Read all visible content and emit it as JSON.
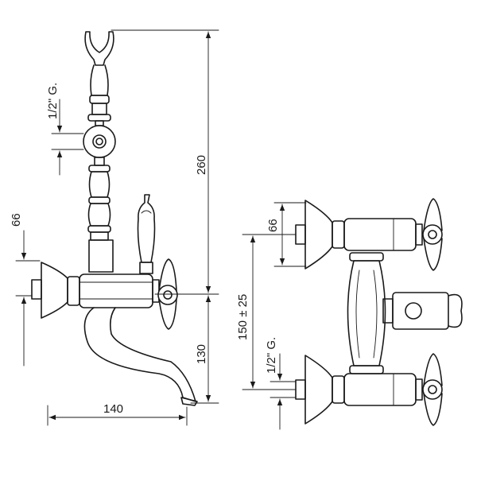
{
  "drawing": {
    "left_view": {
      "thread_label": "1/2\" G.",
      "height_total": "260",
      "offset_top": "66",
      "height_spout": "130",
      "spout_reach": "140"
    },
    "right_view": {
      "offset_top": "66",
      "center_distance": "150 ± 25",
      "thread_label": "1/2\" G."
    }
  }
}
